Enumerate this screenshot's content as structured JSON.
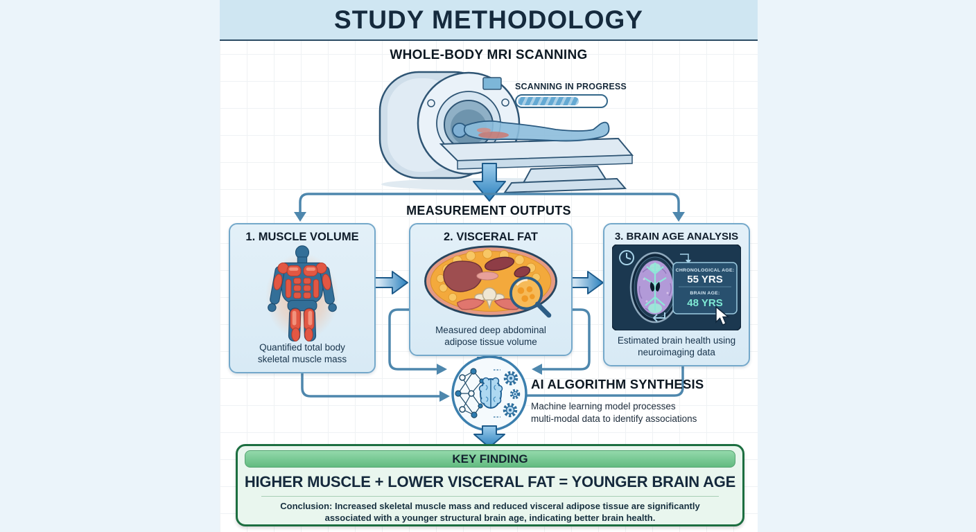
{
  "header": {
    "title": "STUDY METHODOLOGY"
  },
  "mri_section": {
    "heading": "WHOLE-BODY MRI SCANNING",
    "status_label": "SCANNING IN PROGRESS",
    "progress_percent": 68
  },
  "measurement_section": {
    "heading": "MEASUREMENT OUTPUTS"
  },
  "boxes": {
    "muscle": {
      "title": "1. MUSCLE VOLUME",
      "caption": "Quantified total body skeletal muscle mass"
    },
    "visceral": {
      "title": "2. VISCERAL FAT",
      "caption": "Measured deep abdominal adipose tissue volume"
    },
    "brain": {
      "title": "3. BRAIN AGE ANALYSIS",
      "caption": "Estimated brain health using neuroimaging data",
      "panel": {
        "chronological_label": "CHRONOLOGICAL AGE:",
        "chronological_value": "55 YRS",
        "brain_label": "BRAIN AGE:",
        "brain_value": "48 YRS"
      }
    }
  },
  "ai_section": {
    "title": "AI ALGORITHM SYNTHESIS",
    "description_line1": "Machine learning model processes",
    "description_line2": "multi-modal data to identify associations"
  },
  "key_finding": {
    "header": "KEY FINDING",
    "headline": "HIGHER MUSCLE + LOWER VISCERAL FAT = YOUNGER BRAIN AGE",
    "conclusion_line1": "Conclusion: Increased skeletal muscle mass and reduced visceral adipose tissue are significantly",
    "conclusion_line2": "associated with a younger structural brain age, indicating better brain health."
  },
  "colors": {
    "header_band": "#cfe6f2",
    "title_text": "#152a3d",
    "accent_blue": "#2a80bd",
    "connector_blue": "#4e87ad",
    "box_fill": "#dcecf6",
    "box_border": "#74a8ca",
    "brain_panel_bg": "#1b3850",
    "brain_age_value": "#7fe9d4",
    "key_green_border": "#1c6e40",
    "key_green_bar": "#74c68f",
    "key_fill": "#e9f6ee",
    "muscle_red": "#e25743",
    "fat_orange": "#f3a93c"
  }
}
